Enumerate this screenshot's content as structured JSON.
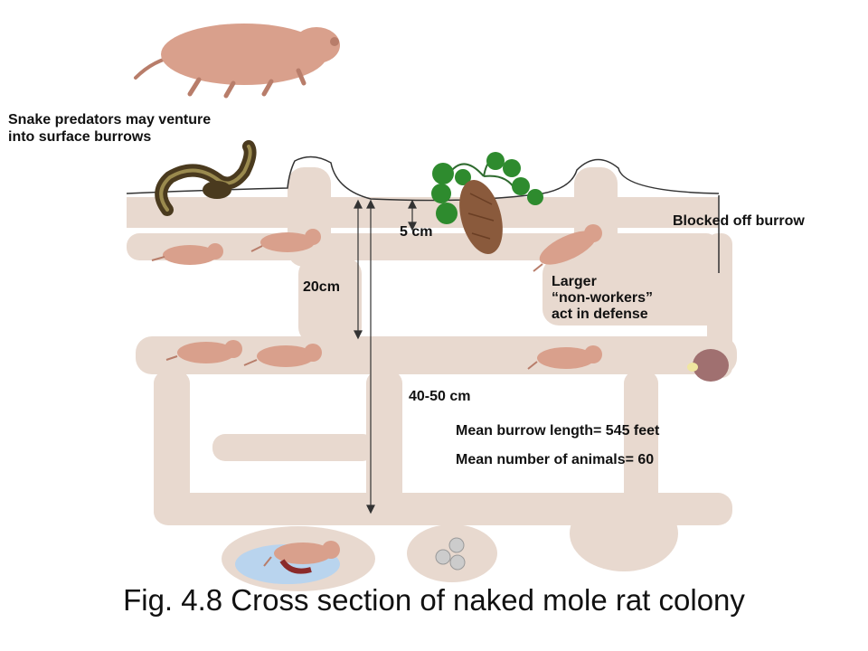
{
  "labels": {
    "snake_line1": "Snake predators may venture",
    "snake_line2": "into surface burrows",
    "blocked": "Blocked off burrow",
    "depth_5": "5 cm",
    "depth_20": "20cm",
    "depth_40_50": "40-50 cm",
    "larger_line1": "Larger",
    "larger_line2": "“non-workers”",
    "larger_line3": "act in defense",
    "mean_length": "Mean burrow length= 545 feet",
    "mean_number": "Mean number of animals= 60"
  },
  "caption": "Fig. 4.8 Cross section of naked mole rat colony",
  "colors": {
    "tunnel": "#e8d9cf",
    "rat_body": "#d9a08c",
    "rat_shadow": "#b87d6a",
    "plant_leaf": "#2e8b2e",
    "tuber": "#8a5a3c",
    "snake": "#4a3a1e",
    "nest_pool": "#b9d4ee",
    "guide_line": "#333333"
  }
}
